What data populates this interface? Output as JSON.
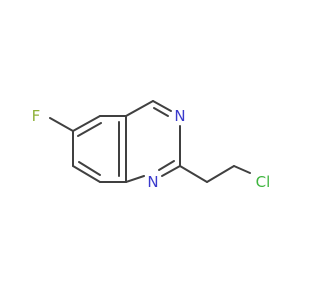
{
  "molecule": {
    "atoms": {
      "fluorine": {
        "symbol": "F",
        "color": "#8fb13a"
      },
      "nitrogen_top": {
        "symbol": "N",
        "color": "#3a3acc"
      },
      "nitrogen_bottom": {
        "symbol": "N",
        "color": "#3a3acc"
      },
      "chlorine": {
        "symbol": "Cl",
        "color": "#3fb53f"
      }
    },
    "bond_color": "#404040",
    "background": "#ffffff"
  }
}
